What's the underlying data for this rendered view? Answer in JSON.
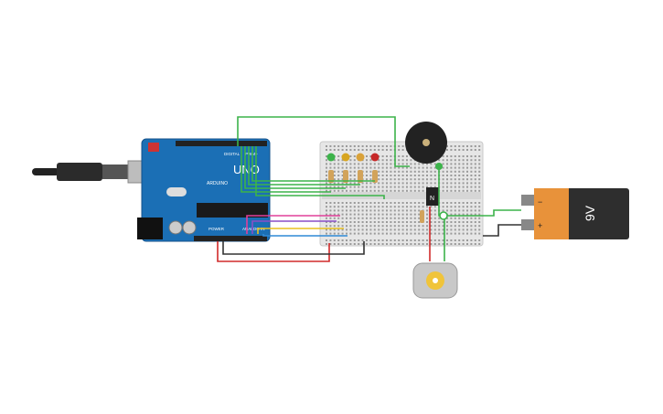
{
  "board": {
    "logo": "UNO",
    "brand": "ARDUINO",
    "digital_label": "DIGITAL",
    "pwm_label": "PWM~",
    "power_label": "POWER",
    "analog_label": "ANALOG IN"
  },
  "transistor": {
    "label": "N"
  },
  "battery": {
    "label": "9V",
    "minus": "−",
    "plus": "+"
  },
  "colors": {
    "wire_green": "#3cb34a",
    "wire_red": "#d12a2a",
    "wire_black": "#333333",
    "wire_pink": "#e0409a",
    "wire_purple": "#8a4fc7",
    "wire_blue": "#2f8ad6",
    "wire_yellow": "#e8c020",
    "board_blue": "#1b6fb5",
    "battery_orange": "#e8923a",
    "battery_dark": "#2e2e2e"
  },
  "leds": [
    "green",
    "yellow",
    "orange",
    "red"
  ]
}
